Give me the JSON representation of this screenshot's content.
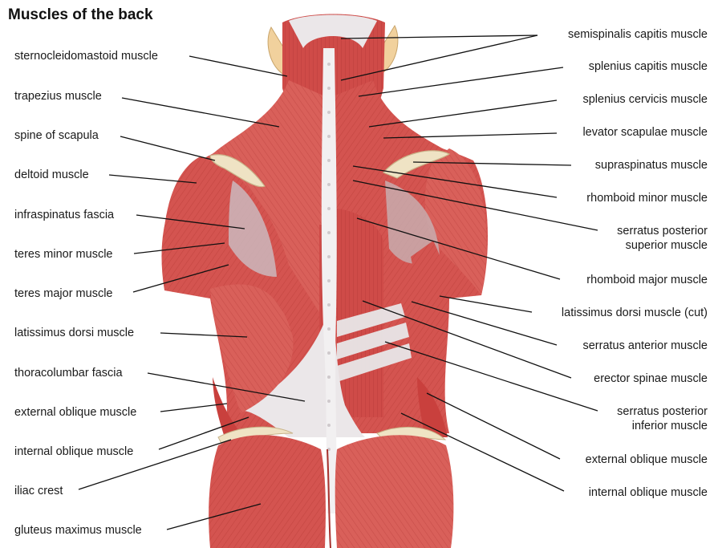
{
  "title": "Muscles of the back",
  "labels_left": [
    "sternocleidomastoid muscle",
    "trapezius muscle",
    "spine of scapula",
    "deltoid muscle",
    "infraspinatus fascia",
    "teres minor muscle",
    "teres major muscle",
    "latissimus dorsi muscle",
    "thoracolumbar fascia",
    "external oblique muscle",
    "internal oblique muscle",
    "iliac crest",
    "gluteus maximus muscle"
  ],
  "labels_right": [
    [
      "semispinalis capitis muscle"
    ],
    [
      "splenius capitis muscle"
    ],
    [
      "splenius cervicis muscle"
    ],
    [
      "levator scapulae muscle"
    ],
    [
      "supraspinatus muscle"
    ],
    [
      "rhomboid minor muscle"
    ],
    [
      "serratus posterior",
      "superior muscle"
    ],
    [
      "rhomboid major muscle"
    ],
    [
      "latissimus dorsi muscle (cut)"
    ],
    [
      "serratus anterior muscle"
    ],
    [
      "erector spinae muscle"
    ],
    [
      "serratus posterior",
      "inferior muscle"
    ],
    [
      "external oblique muscle"
    ],
    [
      "internal oblique muscle"
    ]
  ],
  "colors": {
    "muscle": "#d9534f",
    "muscle_dark": "#b83a37",
    "muscle_light": "#e98a82",
    "fascia": "#e9e6e8",
    "bone": "#efe3c4",
    "skin": "#f1d19d",
    "leader": "#111111"
  }
}
